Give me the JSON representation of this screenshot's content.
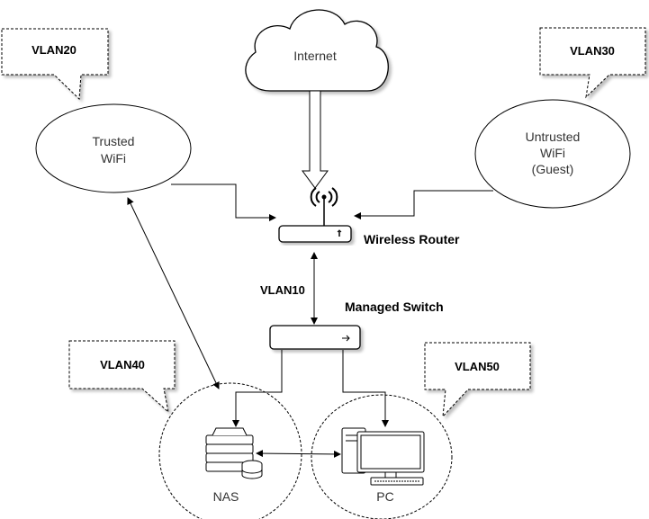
{
  "nodes": {
    "internet": "Internet",
    "trusted_wifi": [
      "Trusted",
      "WiFi"
    ],
    "untrusted_wifi": [
      "Untrusted",
      "WiFi",
      "(Guest)"
    ],
    "nas": "NAS",
    "pc": "PC"
  },
  "devices": {
    "router": "Wireless Router",
    "switch": "Managed Switch"
  },
  "vlans": {
    "trusted": "VLAN20",
    "guest": "VLAN30",
    "link": "VLAN10",
    "nas": "VLAN40",
    "pc": "VLAN50"
  }
}
